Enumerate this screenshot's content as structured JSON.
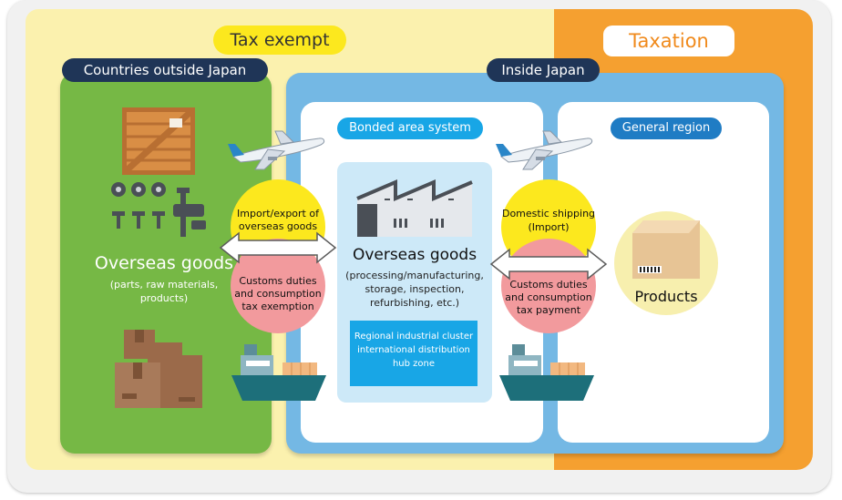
{
  "labels": {
    "tax_exempt": "Tax exempt",
    "taxation": "Taxation",
    "outside_japan": "Countries outside Japan",
    "inside_japan": "Inside Japan",
    "bonded_area": "Bonded area system",
    "general_region": "General region"
  },
  "left": {
    "title": "Overseas goods",
    "sub": [
      "(parts, raw materials,",
      "products)"
    ]
  },
  "arrow1": {
    "top": [
      "Import/export of",
      "overseas goods"
    ],
    "bottom": [
      "Customs duties",
      "and consumption",
      "tax exemption"
    ]
  },
  "center": {
    "title": "Overseas goods",
    "sub": [
      "(processing/manufacturing,",
      "storage, inspection,",
      "refurbishing, etc.)"
    ],
    "zone": [
      "Regional industrial cluster",
      "international distribution",
      "hub zone"
    ]
  },
  "arrow2": {
    "top": [
      "Domestic shipping",
      "(Import)"
    ],
    "bottom": [
      "Customs duties",
      "and consumption",
      "tax payment"
    ]
  },
  "right": {
    "title": "Products"
  },
  "colors": {
    "cream": "#fbf1ae",
    "orange": "#f5a030",
    "green": "#76b845",
    "blue": "#74b8e4",
    "navy": "#1f3557",
    "yellow": "#fce81e",
    "pink": "#f29a9d",
    "zone": "#18a6e6"
  },
  "icons": [
    "crate-icon",
    "bolts-icon",
    "airplane-icon",
    "factory-icon",
    "ship-icon",
    "boxes-icon",
    "product-box-icon",
    "double-arrow-icon"
  ]
}
